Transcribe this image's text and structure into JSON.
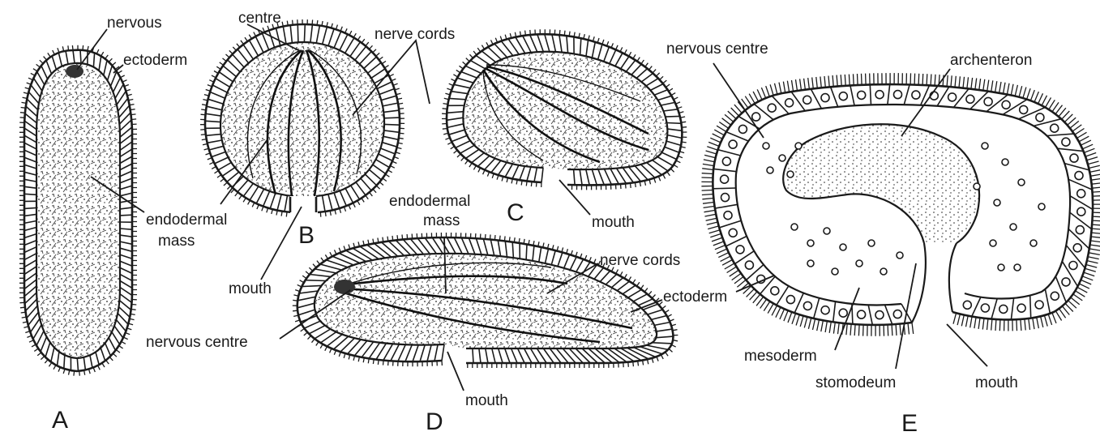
{
  "panels": {
    "A": {
      "letter": "A",
      "labels": {
        "nervous": "nervous",
        "ectoderm": "ectoderm",
        "endodermal_1": "endodermal",
        "endodermal_2": "mass"
      }
    },
    "B": {
      "letter": "B",
      "labels": {
        "centre": "centre",
        "nerve_cords": "nerve cords",
        "mouth": "mouth"
      }
    },
    "C": {
      "letter": "C",
      "labels": {
        "mouth": "mouth"
      }
    },
    "D": {
      "letter": "D",
      "labels": {
        "endodermal_1": "endodermal",
        "endodermal_2": "mass",
        "nerve_cords": "nerve cords",
        "ectoderm": "ectoderm",
        "nervous_centre": "nervous centre",
        "mouth": "mouth"
      }
    },
    "E": {
      "letter": "E",
      "labels": {
        "nervous_centre": "nervous centre",
        "archenteron": "archenteron",
        "ectoderm": "ectoderm",
        "mesoderm": "mesoderm",
        "stomodeum": "stomodeum",
        "mouth": "mouth"
      }
    }
  }
}
